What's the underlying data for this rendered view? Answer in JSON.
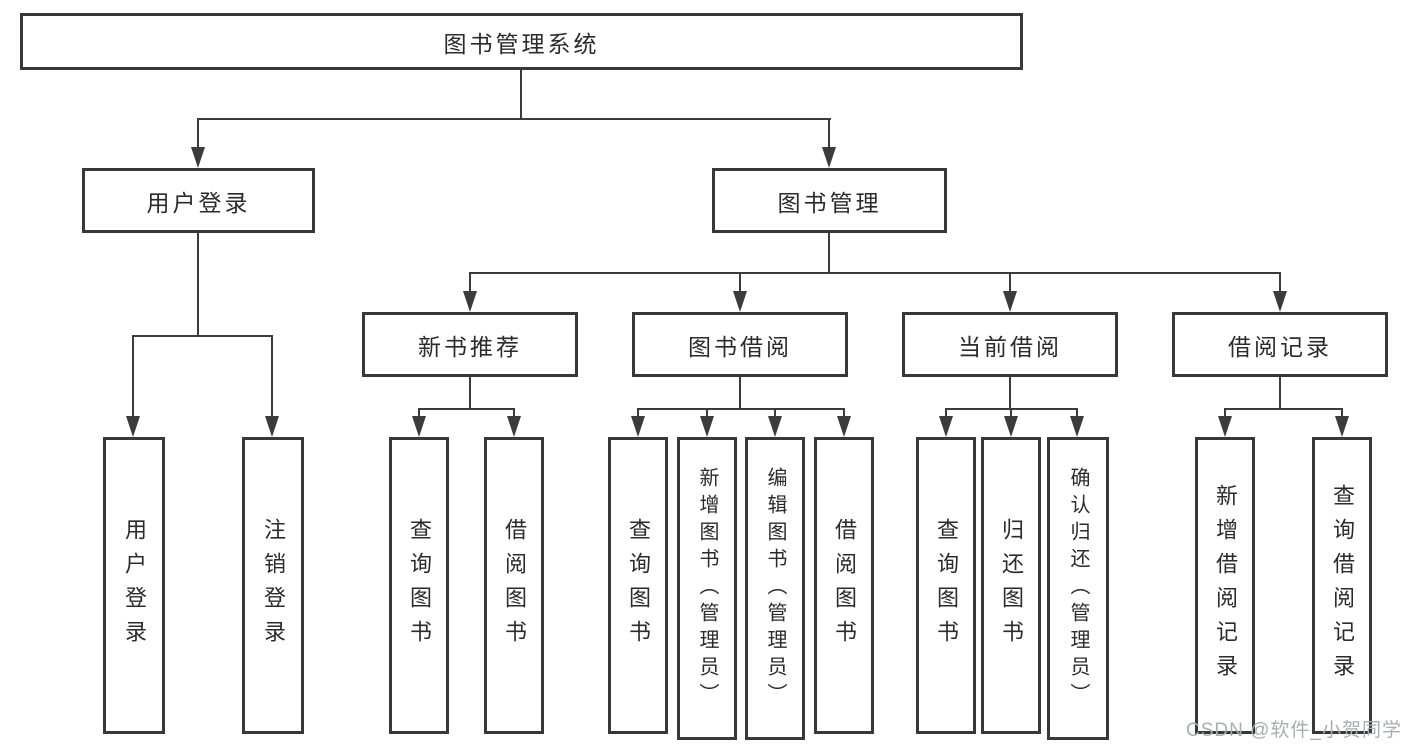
{
  "colors": {
    "line": "#3b3b3b",
    "border": "#383838",
    "text": "#2b2b2b",
    "box_background": "#ffffff",
    "page_background": "#ffffff",
    "watermark": "#aaadb2"
  },
  "tree": {
    "root": "图书管理系统",
    "branches": [
      {
        "label": "用户登录",
        "leaves": [
          "用户登录",
          "注销登录"
        ]
      },
      {
        "label": "图书管理",
        "groups": [
          {
            "label": "新书推荐",
            "leaves": [
              "查询图书",
              "借阅图书"
            ]
          },
          {
            "label": "图书借阅",
            "leaves": [
              "查询图书",
              "新增图书（管理员）",
              "编辑图书（管理员）",
              "借阅图书"
            ]
          },
          {
            "label": "当前借阅",
            "leaves": [
              "查询图书",
              "归还图书",
              "确认归还（管理员）"
            ]
          },
          {
            "label": "借阅记录",
            "leaves": [
              "新增借阅记录",
              "查询借阅记录"
            ]
          }
        ]
      }
    ]
  },
  "watermark": {
    "text": "CSDN @软件_小贺同学"
  }
}
